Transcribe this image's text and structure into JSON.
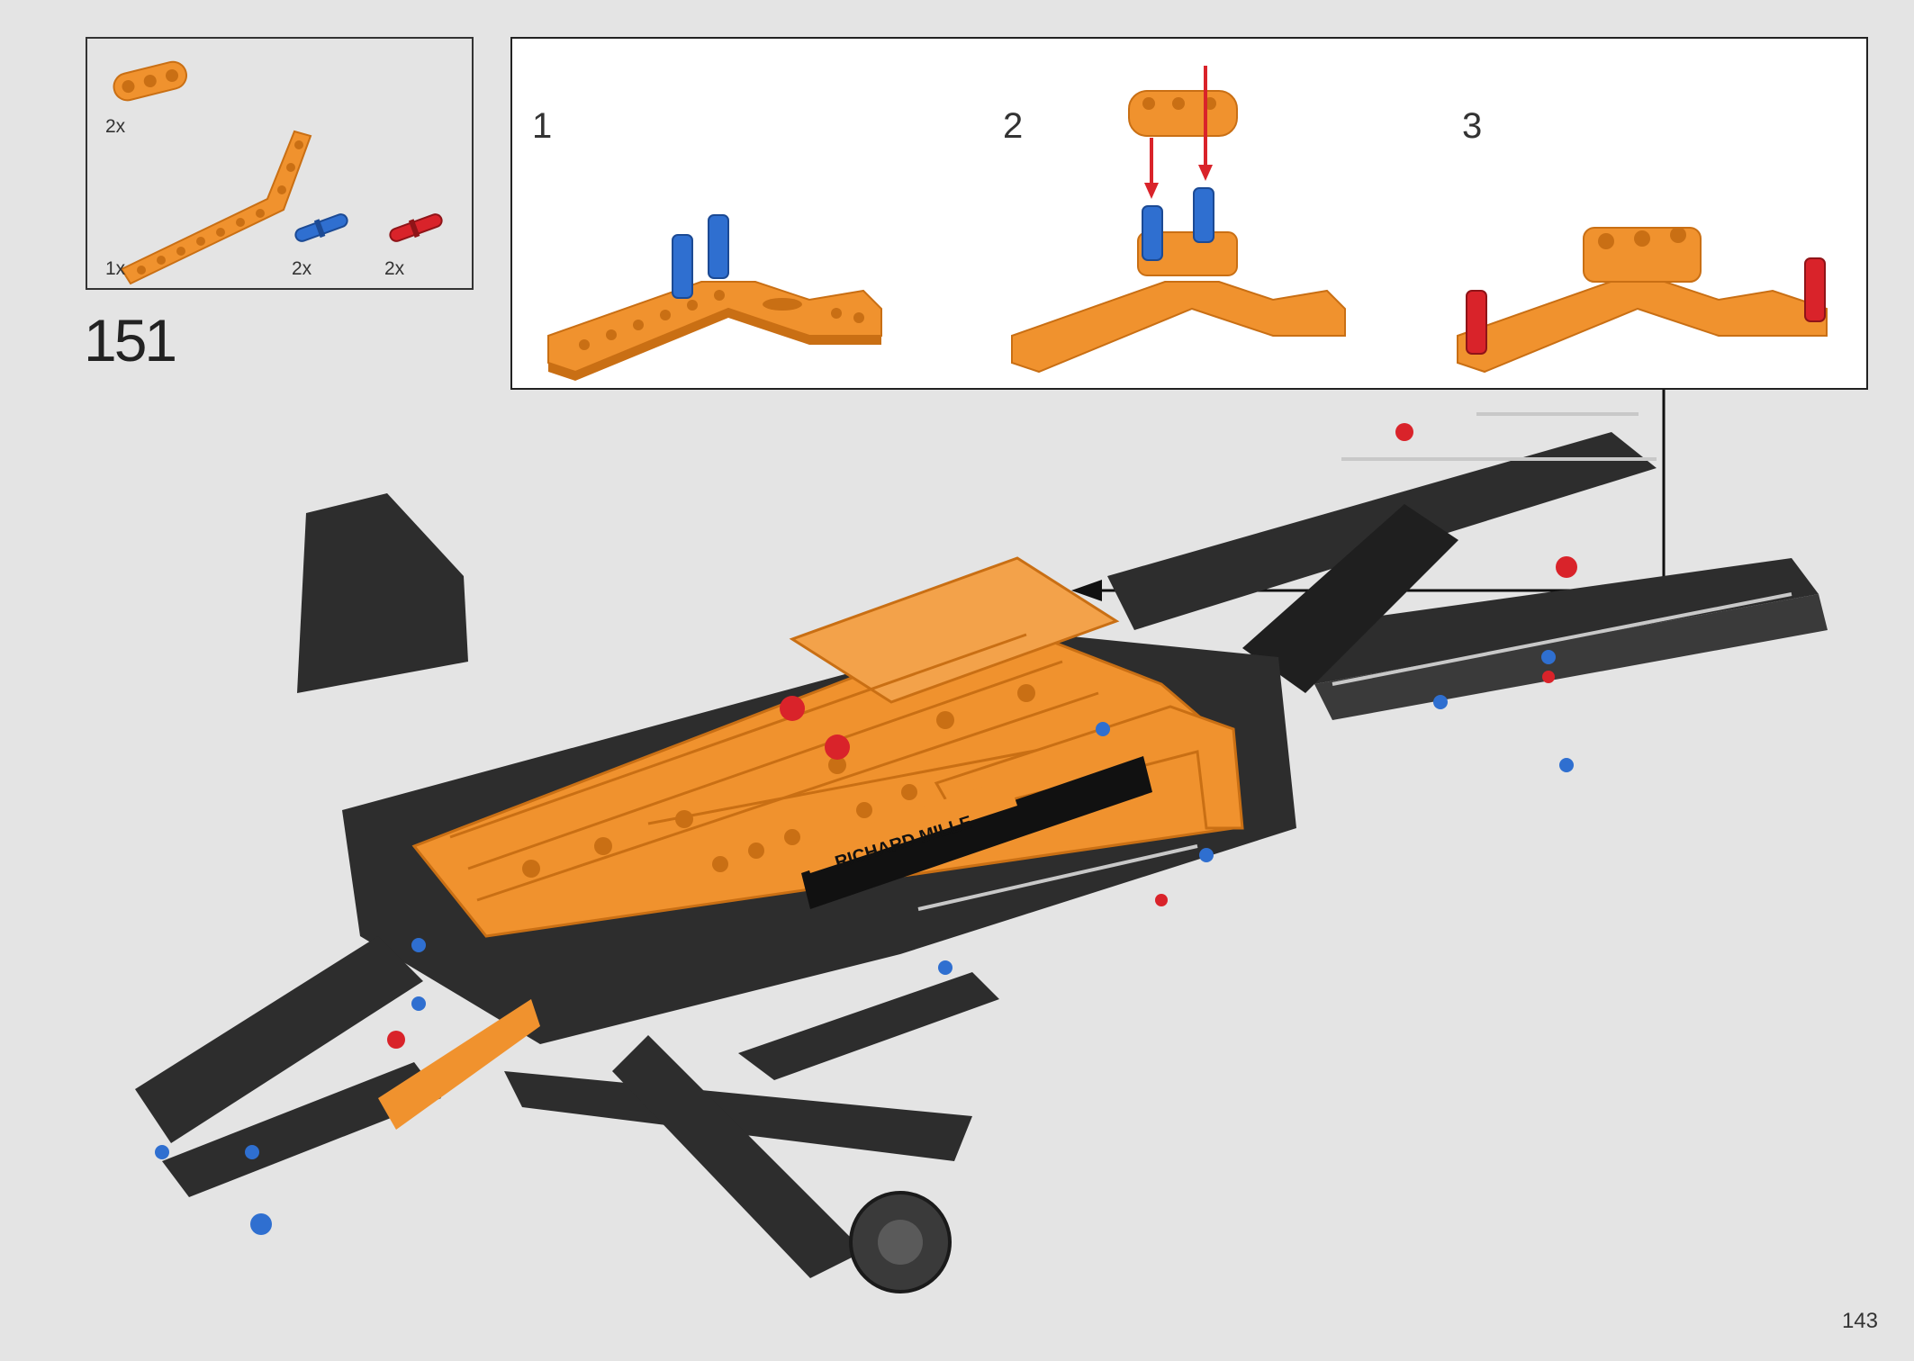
{
  "step": {
    "number": "151"
  },
  "parts_list": {
    "items": [
      {
        "part": "orange-3-hole-beam",
        "qty": "2x"
      },
      {
        "part": "orange-bent-beam",
        "qty": "1x"
      },
      {
        "part": "blue-pin",
        "qty": "2x"
      },
      {
        "part": "red-pin",
        "qty": "2x"
      }
    ]
  },
  "callout": {
    "substeps": [
      {
        "label": "1"
      },
      {
        "label": "2"
      },
      {
        "label": "3"
      }
    ]
  },
  "main_model": {
    "decal_text": "RICHARD MILLE"
  },
  "page": {
    "number": "143"
  },
  "colors": {
    "orange": "#f0922e",
    "orange_dark": "#c96f14",
    "blue": "#2f6fd0",
    "red": "#d9232a",
    "black": "#2d2d2d",
    "gray": "#9a9a9a",
    "background": "#e4e4e4"
  }
}
